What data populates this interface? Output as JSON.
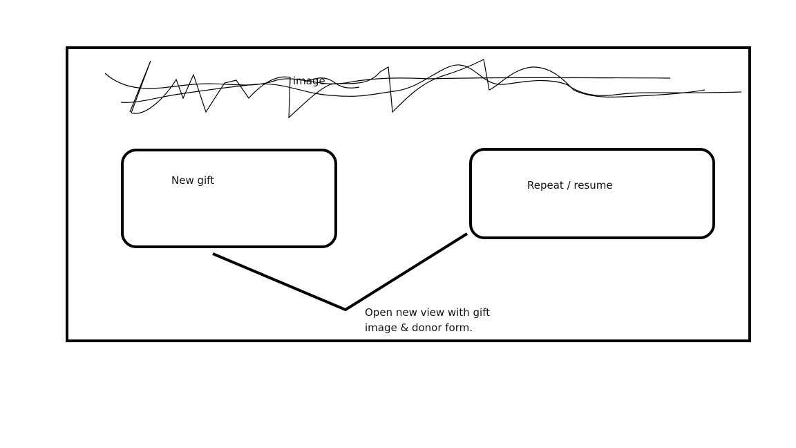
{
  "image_placeholder": {
    "label": "image"
  },
  "buttons": {
    "new_gift": "New gift",
    "repeat_resume": "Repeat / resume"
  },
  "note": {
    "line1": "Open new view with gift",
    "line2": "image & donor form."
  },
  "colors": {
    "stroke": "#000000",
    "background": "#ffffff"
  }
}
